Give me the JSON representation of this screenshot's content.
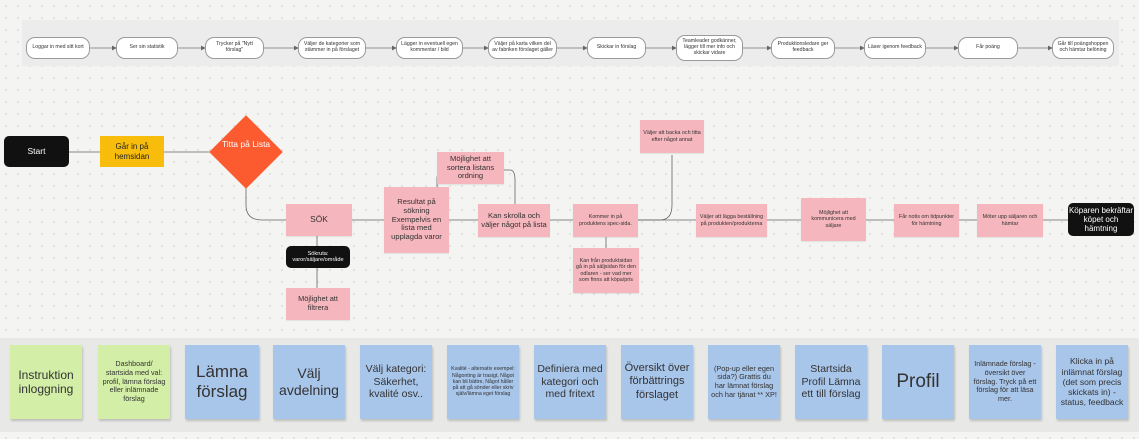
{
  "top_flow": [
    "Loggar in med sitt kort",
    "Ser sin statistik",
    "Trycker på \"Nytt förslag\"",
    "Väljer de kategorier som stämmer in på förslaget",
    "Lägger in eventuell egen kommentar / bild",
    "Väljer på karta vilken del av fabriken förslaget gäller",
    "Skickar in förslag",
    "Teamleader godkänner, lägger till mer info och skickar vidare",
    "Produktionsledare ger feedback",
    "Läser igenom feedback",
    "Får poäng",
    "Går till poängshoppen och hämtar belöning"
  ],
  "middle": {
    "start": "Start",
    "gar_in": "Går in på hemsidan",
    "titta": "Titta på Lista",
    "sok": "SÖK",
    "sokruta": "Sökruta: varor/säljare/område",
    "filtrera": "Möjlighet att filtrera",
    "resultat": "Resultat på sökning Exempelvis en lista med upplagda varor",
    "sortera": "Möjlighet att sortera listans ordning",
    "scrolla": "Kan skrolla och väljer något på lista",
    "spec": "Kommer in på produktens spec-sida.",
    "saljsida": "Kan från produktsidan gå in på säljsidan för den odlaren - ser vad mer som finns att köpa/pris",
    "backa": "Väljer att backa och titta efter något annat",
    "bestallning": "Väljer att lägga beställning på produkten/produkterna",
    "kommunicera": "Möjlighet att kommunicera med säljare",
    "notis": "Får notis om tidpunkter för hämtning",
    "moter": "Möter upp säljaren och hämtar",
    "bekraftar": "Köparen bekräftar köpet och hämtning"
  },
  "stickies": [
    {
      "text": "Instruktion inloggning",
      "color": "green"
    },
    {
      "text": "Dashboard/ startsida med val: profil, lämna förslag eller inlämnade förslag",
      "color": "green"
    },
    {
      "text": "Lämna förslag",
      "color": "blue"
    },
    {
      "text": "Välj avdelning",
      "color": "blue"
    },
    {
      "text": "Välj kategori: Säkerhet, kvalité osv..",
      "color": "blue"
    },
    {
      "text": "Kvalité - alternativ exempel: Någonting är trasigt, Något kan bli bättre, Något håller på att gå sönder eller skriv själv/lämna eget förslag",
      "color": "blue"
    },
    {
      "text": "Definiera med kategori och med fritext",
      "color": "blue"
    },
    {
      "text": "Översikt över förbättrings förslaget",
      "color": "blue"
    },
    {
      "text": "(Pop-up eller egen sida?) Grattis du har lämnat förslag och har tjänat ** XP!",
      "color": "blue"
    },
    {
      "text": "Startsida Profil Lämna ett till förslag",
      "color": "blue"
    },
    {
      "text": "Profil",
      "color": "blue"
    },
    {
      "text": "Inlämnade förslag - översikt över förslag. Tryck på ett förslag för att läsa mer.",
      "color": "blue"
    },
    {
      "text": "Klicka in på inlämnat förslag (det som precis skickats in) - status, feedback",
      "color": "blue"
    }
  ],
  "colors": {
    "pink": "#f6b6bd",
    "yellow": "#f7bd0a",
    "orange": "#fc5a2f",
    "green": "#d3eea6",
    "blue": "#a8c5ea",
    "dark": "#111111"
  }
}
